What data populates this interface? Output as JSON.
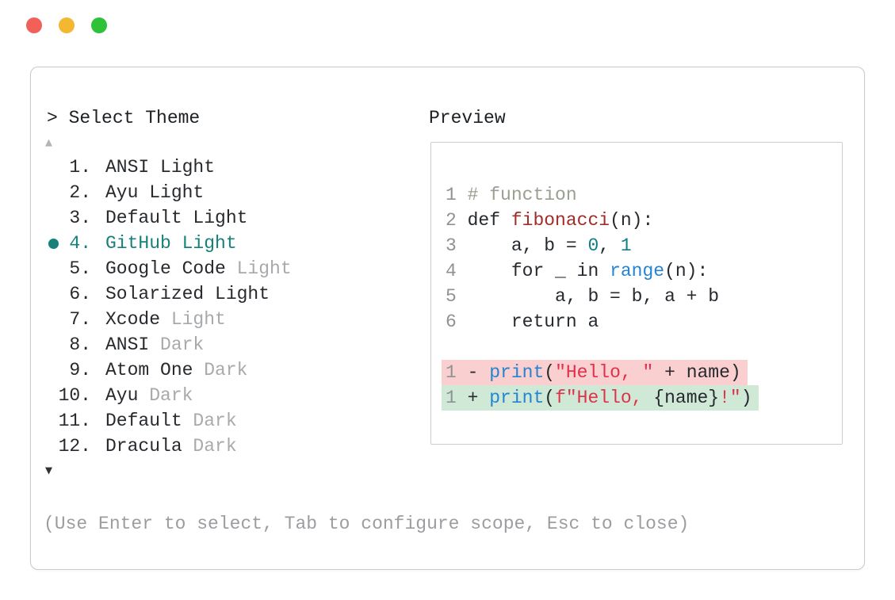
{
  "window": {
    "controls": [
      {
        "name": "close",
        "color": "#f2605a"
      },
      {
        "name": "minimize",
        "color": "#f4b731"
      },
      {
        "name": "zoom",
        "color": "#2fc138"
      }
    ]
  },
  "colors": {
    "accent": "#16807a",
    "text": "#26292e",
    "dim": "#a7a9ac",
    "hint": "#9b9da0",
    "border": "#c9cacc",
    "linenum": "#8f9294",
    "comment": "#9aa08f",
    "func": "#a12c28",
    "number": "#0f7e87",
    "builtin": "#2484d1",
    "string": "#e0314b",
    "removed-bg": "#f9cfd0",
    "added-bg": "#cfe9d6"
  },
  "picker": {
    "prompt": "> Select Theme",
    "scroll_up_glyph": "▲",
    "scroll_down_glyph": "▼",
    "items": [
      {
        "number": "1.",
        "name": "ANSI Light",
        "dim_suffix": "",
        "selected": false
      },
      {
        "number": "2.",
        "name": "Ayu Light",
        "dim_suffix": "",
        "selected": false
      },
      {
        "number": "3.",
        "name": "Default Light",
        "dim_suffix": "",
        "selected": false
      },
      {
        "number": "4.",
        "name": "GitHub Light",
        "dim_suffix": "",
        "selected": true
      },
      {
        "number": "5.",
        "name": "Google Code",
        "dim_suffix": " Light",
        "selected": false
      },
      {
        "number": "6.",
        "name": "Solarized Light",
        "dim_suffix": "",
        "selected": false
      },
      {
        "number": "7.",
        "name": "Xcode",
        "dim_suffix": " Light",
        "selected": false
      },
      {
        "number": "8.",
        "name": "ANSI",
        "dim_suffix": " Dark",
        "selected": false
      },
      {
        "number": "9.",
        "name": "Atom One",
        "dim_suffix": " Dark",
        "selected": false
      },
      {
        "number": "10.",
        "name": "Ayu",
        "dim_suffix": " Dark",
        "selected": false
      },
      {
        "number": "11.",
        "name": "Default",
        "dim_suffix": " Dark",
        "selected": false
      },
      {
        "number": "12.",
        "name": "Dracula",
        "dim_suffix": " Dark",
        "selected": false
      }
    ],
    "hint": "(Use Enter to select, Tab to configure scope, Esc to close)"
  },
  "preview": {
    "label": "Preview",
    "lines": [
      {
        "num": "1",
        "tokens": [
          [
            "comment",
            "# function"
          ]
        ]
      },
      {
        "num": "2",
        "tokens": [
          [
            "plain",
            "def "
          ],
          [
            "func",
            "fibonacci"
          ],
          [
            "plain",
            "(n):"
          ]
        ]
      },
      {
        "num": "3",
        "tokens": [
          [
            "plain",
            "    a, b = "
          ],
          [
            "num",
            "0"
          ],
          [
            "plain",
            ", "
          ],
          [
            "num",
            "1"
          ]
        ]
      },
      {
        "num": "4",
        "tokens": [
          [
            "plain",
            "    for _ in "
          ],
          [
            "builtin",
            "range"
          ],
          [
            "plain",
            "(n):"
          ]
        ]
      },
      {
        "num": "5",
        "tokens": [
          [
            "plain",
            "        a, b = b, a + b"
          ]
        ]
      },
      {
        "num": "6",
        "tokens": [
          [
            "plain",
            "    return a"
          ]
        ]
      }
    ],
    "diff": [
      {
        "num": "1",
        "kind": "removed",
        "tokens": [
          [
            "plain",
            "- "
          ],
          [
            "builtin",
            "print"
          ],
          [
            "plain",
            "("
          ],
          [
            "string",
            "\"Hello, \""
          ],
          [
            "plain",
            " + name)"
          ]
        ]
      },
      {
        "num": "1",
        "kind": "added",
        "tokens": [
          [
            "plain",
            "+ "
          ],
          [
            "builtin",
            "print"
          ],
          [
            "plain",
            "("
          ],
          [
            "string",
            "f\"Hello, "
          ],
          [
            "plain",
            "{name}"
          ],
          [
            "string",
            "!\""
          ],
          [
            "plain",
            ")"
          ]
        ]
      }
    ]
  }
}
